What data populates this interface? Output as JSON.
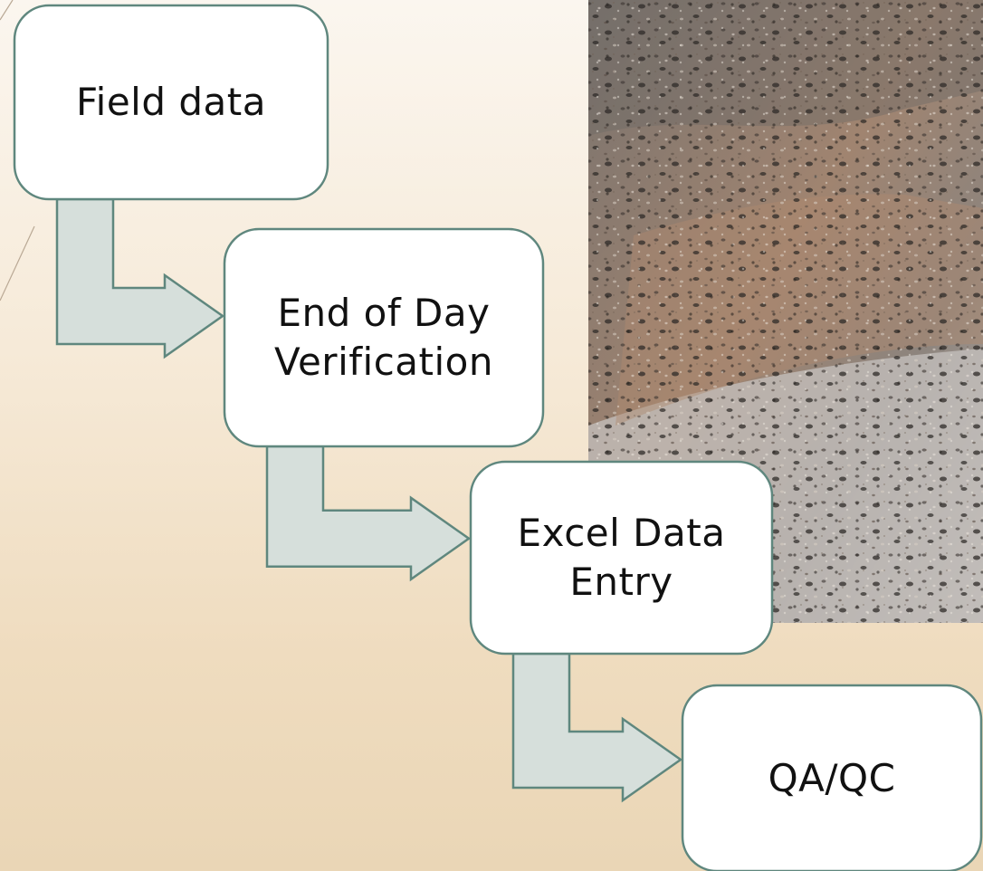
{
  "flowchart": {
    "steps": [
      {
        "id": "s1",
        "label": "Field data"
      },
      {
        "id": "s2",
        "label": "End of Day\nVerification"
      },
      {
        "id": "s3",
        "label": "Excel Data\nEntry"
      },
      {
        "id": "s4",
        "label": "QA/QC"
      }
    ],
    "connectors": [
      {
        "from": "s1",
        "to": "s2"
      },
      {
        "from": "s2",
        "to": "s3"
      },
      {
        "from": "s3",
        "to": "s4"
      }
    ]
  },
  "photo": {
    "subject": "rock texture"
  },
  "colors": {
    "background_top": "#fbf6ef",
    "background_bottom": "#ead6b6",
    "box_fill": "#ffffff",
    "box_stroke": "#5f877e",
    "arrow_fill": "#d6dfdb",
    "arrow_stroke": "#5f877e"
  }
}
